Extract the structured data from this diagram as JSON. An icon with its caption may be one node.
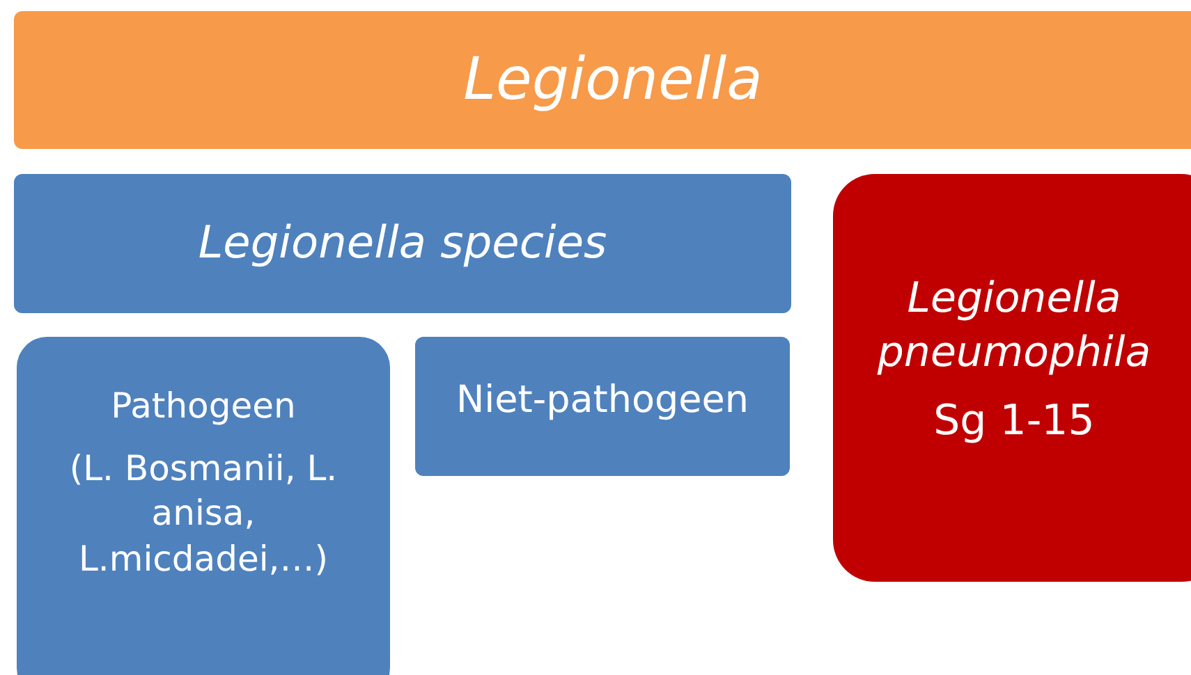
{
  "diagram": {
    "nodes": [
      {
        "text": [
          "Legionella"
        ]
      },
      {
        "text": [
          "Legionella species"
        ]
      },
      {
        "text": [
          "Pathogeen",
          "(L. Bosmanii, L. anisa, L.micdadei,…)"
        ]
      },
      {
        "text": [
          "Niet-pathogeen"
        ]
      },
      {
        "text": [
          "Legionella pneumophila",
          "Sg 1-15"
        ]
      }
    ]
  }
}
